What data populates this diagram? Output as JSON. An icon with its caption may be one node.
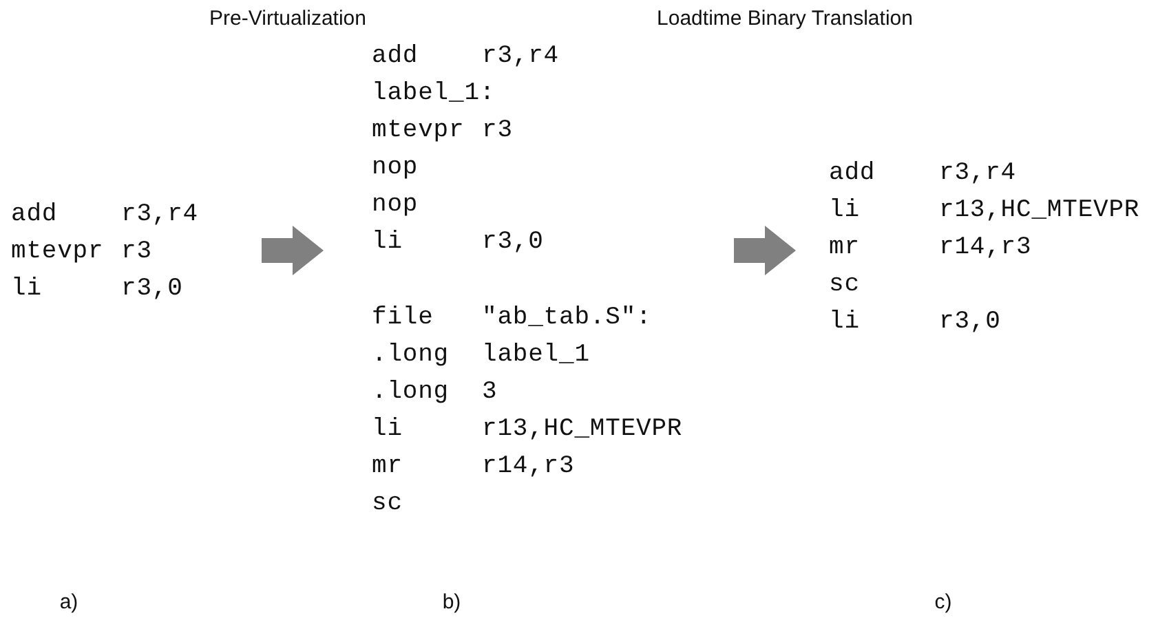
{
  "diagram": {
    "nodes": [
      {
        "text": [
          "add r3,r4",
          "mtevpr r3",
          "li r3,0"
        ]
      },
      {
        "text": [
          "add r3,r4",
          "label_1:",
          "mtevpr r3",
          "nop",
          "nop",
          "li r3,0",
          "file ″ab_tab.S″:",
          ".long label_1",
          ".long 3",
          "li r13,HC_MTEVPR",
          "mr r14,r3",
          "sc"
        ]
      },
      {
        "text": [
          "add r3,r4",
          "li r13,HC_MTEVPR",
          "mr r14,r3",
          "sc",
          "li r3,0"
        ]
      }
    ],
    "edges": [
      {
        "from": 0,
        "to": 1,
        "arrow": "to"
      },
      {
        "from": 1,
        "to": 2,
        "arrow": "to"
      }
    ],
    "labels": [
      "Pre-Virtualization",
      "Loadtime Binary Translation",
      "a)",
      "b)",
      "c)"
    ]
  }
}
